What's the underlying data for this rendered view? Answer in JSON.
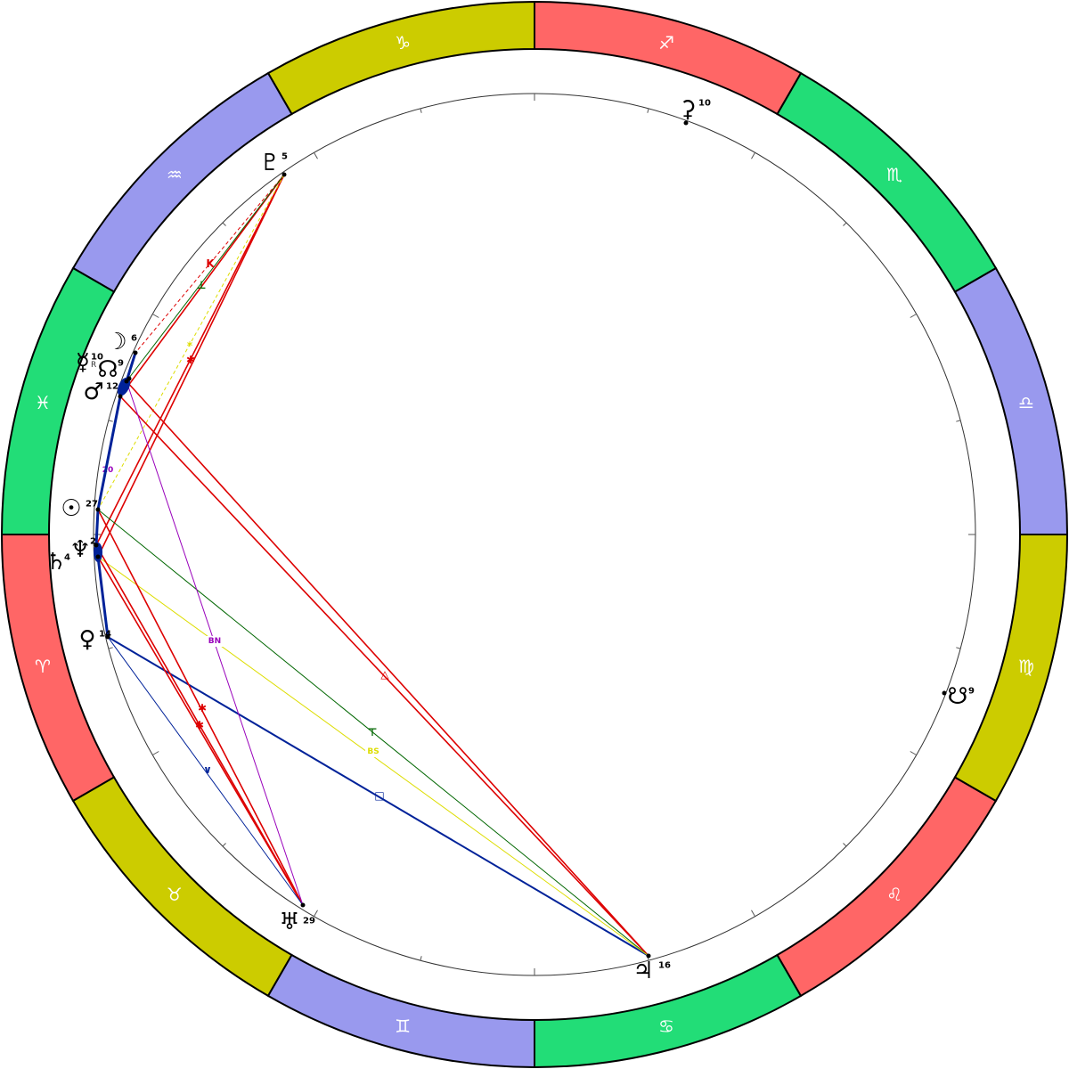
{
  "colors": {
    "fire": "#ff6666",
    "earth": "#cccc00",
    "air": "#9999ee",
    "water": "#22dd77",
    "red_aspect": "#dd0000",
    "blue_aspect": "#002299",
    "green_aspect": "#006600",
    "yellow_aspect": "#dddd00",
    "purple_aspect": "#9900bb"
  },
  "signs": [
    {
      "id": "aries",
      "glyph": "♈",
      "element": "fire"
    },
    {
      "id": "taurus",
      "glyph": "♉",
      "element": "earth"
    },
    {
      "id": "gemini",
      "glyph": "♊",
      "element": "air"
    },
    {
      "id": "cancer",
      "glyph": "♋",
      "element": "water"
    },
    {
      "id": "leo",
      "glyph": "♌",
      "element": "fire"
    },
    {
      "id": "virgo",
      "glyph": "♍",
      "element": "earth"
    },
    {
      "id": "libra",
      "glyph": "♎",
      "element": "air"
    },
    {
      "id": "scorpio",
      "glyph": "♏",
      "element": "water"
    },
    {
      "id": "sagittarius",
      "glyph": "♐",
      "element": "fire"
    },
    {
      "id": "capricorn",
      "glyph": "♑",
      "element": "earth"
    },
    {
      "id": "aquarius",
      "glyph": "♒",
      "element": "air"
    },
    {
      "id": "pisces",
      "glyph": "♓",
      "element": "water"
    }
  ],
  "bodies": [
    {
      "id": "pluto",
      "glyph": "♇",
      "degree": "5",
      "retro": ""
    },
    {
      "id": "moon",
      "glyph": "☽",
      "degree": "6",
      "retro": ""
    },
    {
      "id": "mercury",
      "glyph": "☿",
      "degree": "10",
      "retro": "R"
    },
    {
      "id": "north-node",
      "glyph": "☊",
      "degree": "9",
      "retro": ""
    },
    {
      "id": "mars",
      "glyph": "♂",
      "degree": "12",
      "retro": ""
    },
    {
      "id": "sun",
      "glyph": "☉",
      "degree": "27",
      "retro": ""
    },
    {
      "id": "neptune",
      "glyph": "♆",
      "degree": "2",
      "retro": ""
    },
    {
      "id": "saturn",
      "glyph": "♄",
      "degree": "4",
      "retro": ""
    },
    {
      "id": "venus",
      "glyph": "♀",
      "degree": "14",
      "retro": ""
    },
    {
      "id": "uranus",
      "glyph": "♅",
      "degree": "29",
      "retro": ""
    },
    {
      "id": "jupiter",
      "glyph": "♃",
      "degree": "16",
      "retro": ""
    },
    {
      "id": "south-node",
      "glyph": "☋",
      "degree": "9",
      "retro": ""
    },
    {
      "id": "ceres",
      "glyph": "⚳",
      "degree": "10",
      "retro": ""
    }
  ],
  "aspect_labels": {
    "bn": "BN",
    "bs": "BS",
    "twenty": "20"
  }
}
